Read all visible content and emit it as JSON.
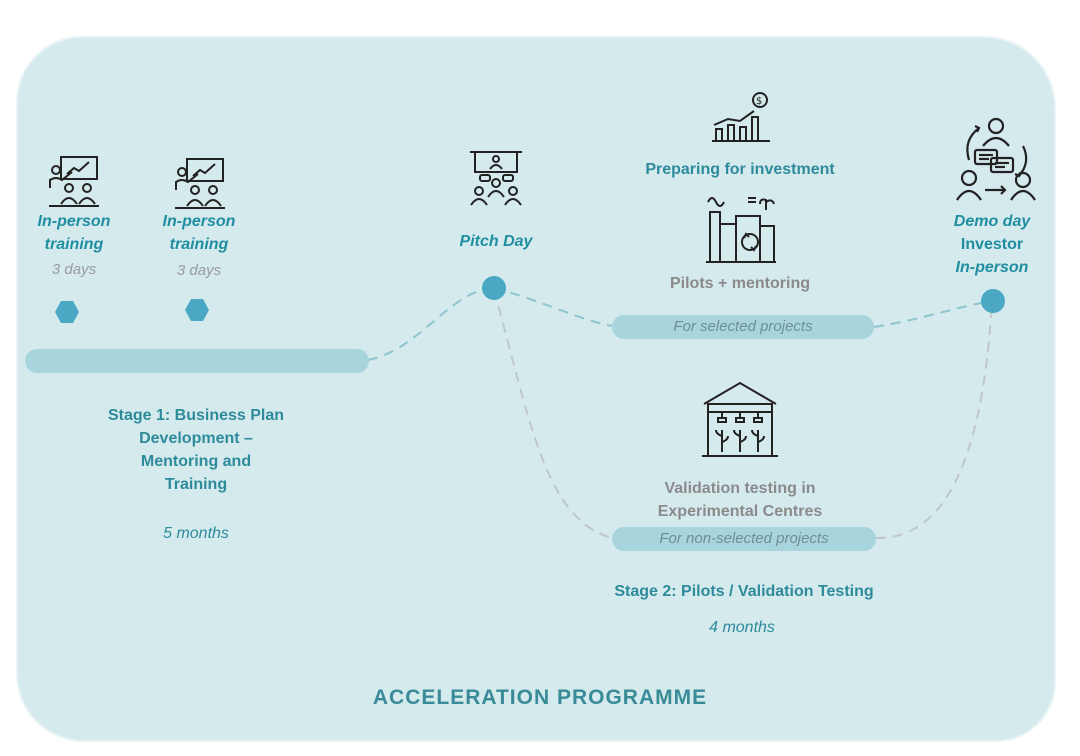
{
  "title": "ACCELERATION PROGRAMME",
  "training": [
    {
      "label_line1": "In-person",
      "label_line2": "training",
      "duration": "3 days"
    },
    {
      "label_line1": "In-person",
      "label_line2": "training",
      "duration": "3 days"
    }
  ],
  "stage1": {
    "line1": "Stage 1: Business Plan",
    "line2": "Development –",
    "line3": "Mentoring and",
    "line4": "Training",
    "duration": "5 months"
  },
  "pitch_day": "Pitch Day",
  "investment": "Preparing for investment",
  "pilots": "Pilots + mentoring",
  "selected": "For selected projects",
  "validation": {
    "line1": "Validation testing in",
    "line2": "Experimental Centres"
  },
  "non_selected": "For non-selected projects",
  "stage2": {
    "title": "Stage 2: Pilots / Validation Testing",
    "duration": "4 months"
  },
  "demo_day": {
    "line1": "Demo day",
    "line2": "Investor",
    "line3": "In-person"
  },
  "colors": {
    "background": "#d5eaed",
    "accent": "#1f8ea1",
    "node": "#4aa8c4",
    "pill": "#a8d4de",
    "dashed": "#8dc4cf"
  },
  "icons": [
    "training-presentation-icon",
    "pitch-meeting-icon",
    "growth-chart-dollar-icon",
    "factory-plant-icon",
    "greenhouse-icon",
    "investor-discussion-icon"
  ]
}
